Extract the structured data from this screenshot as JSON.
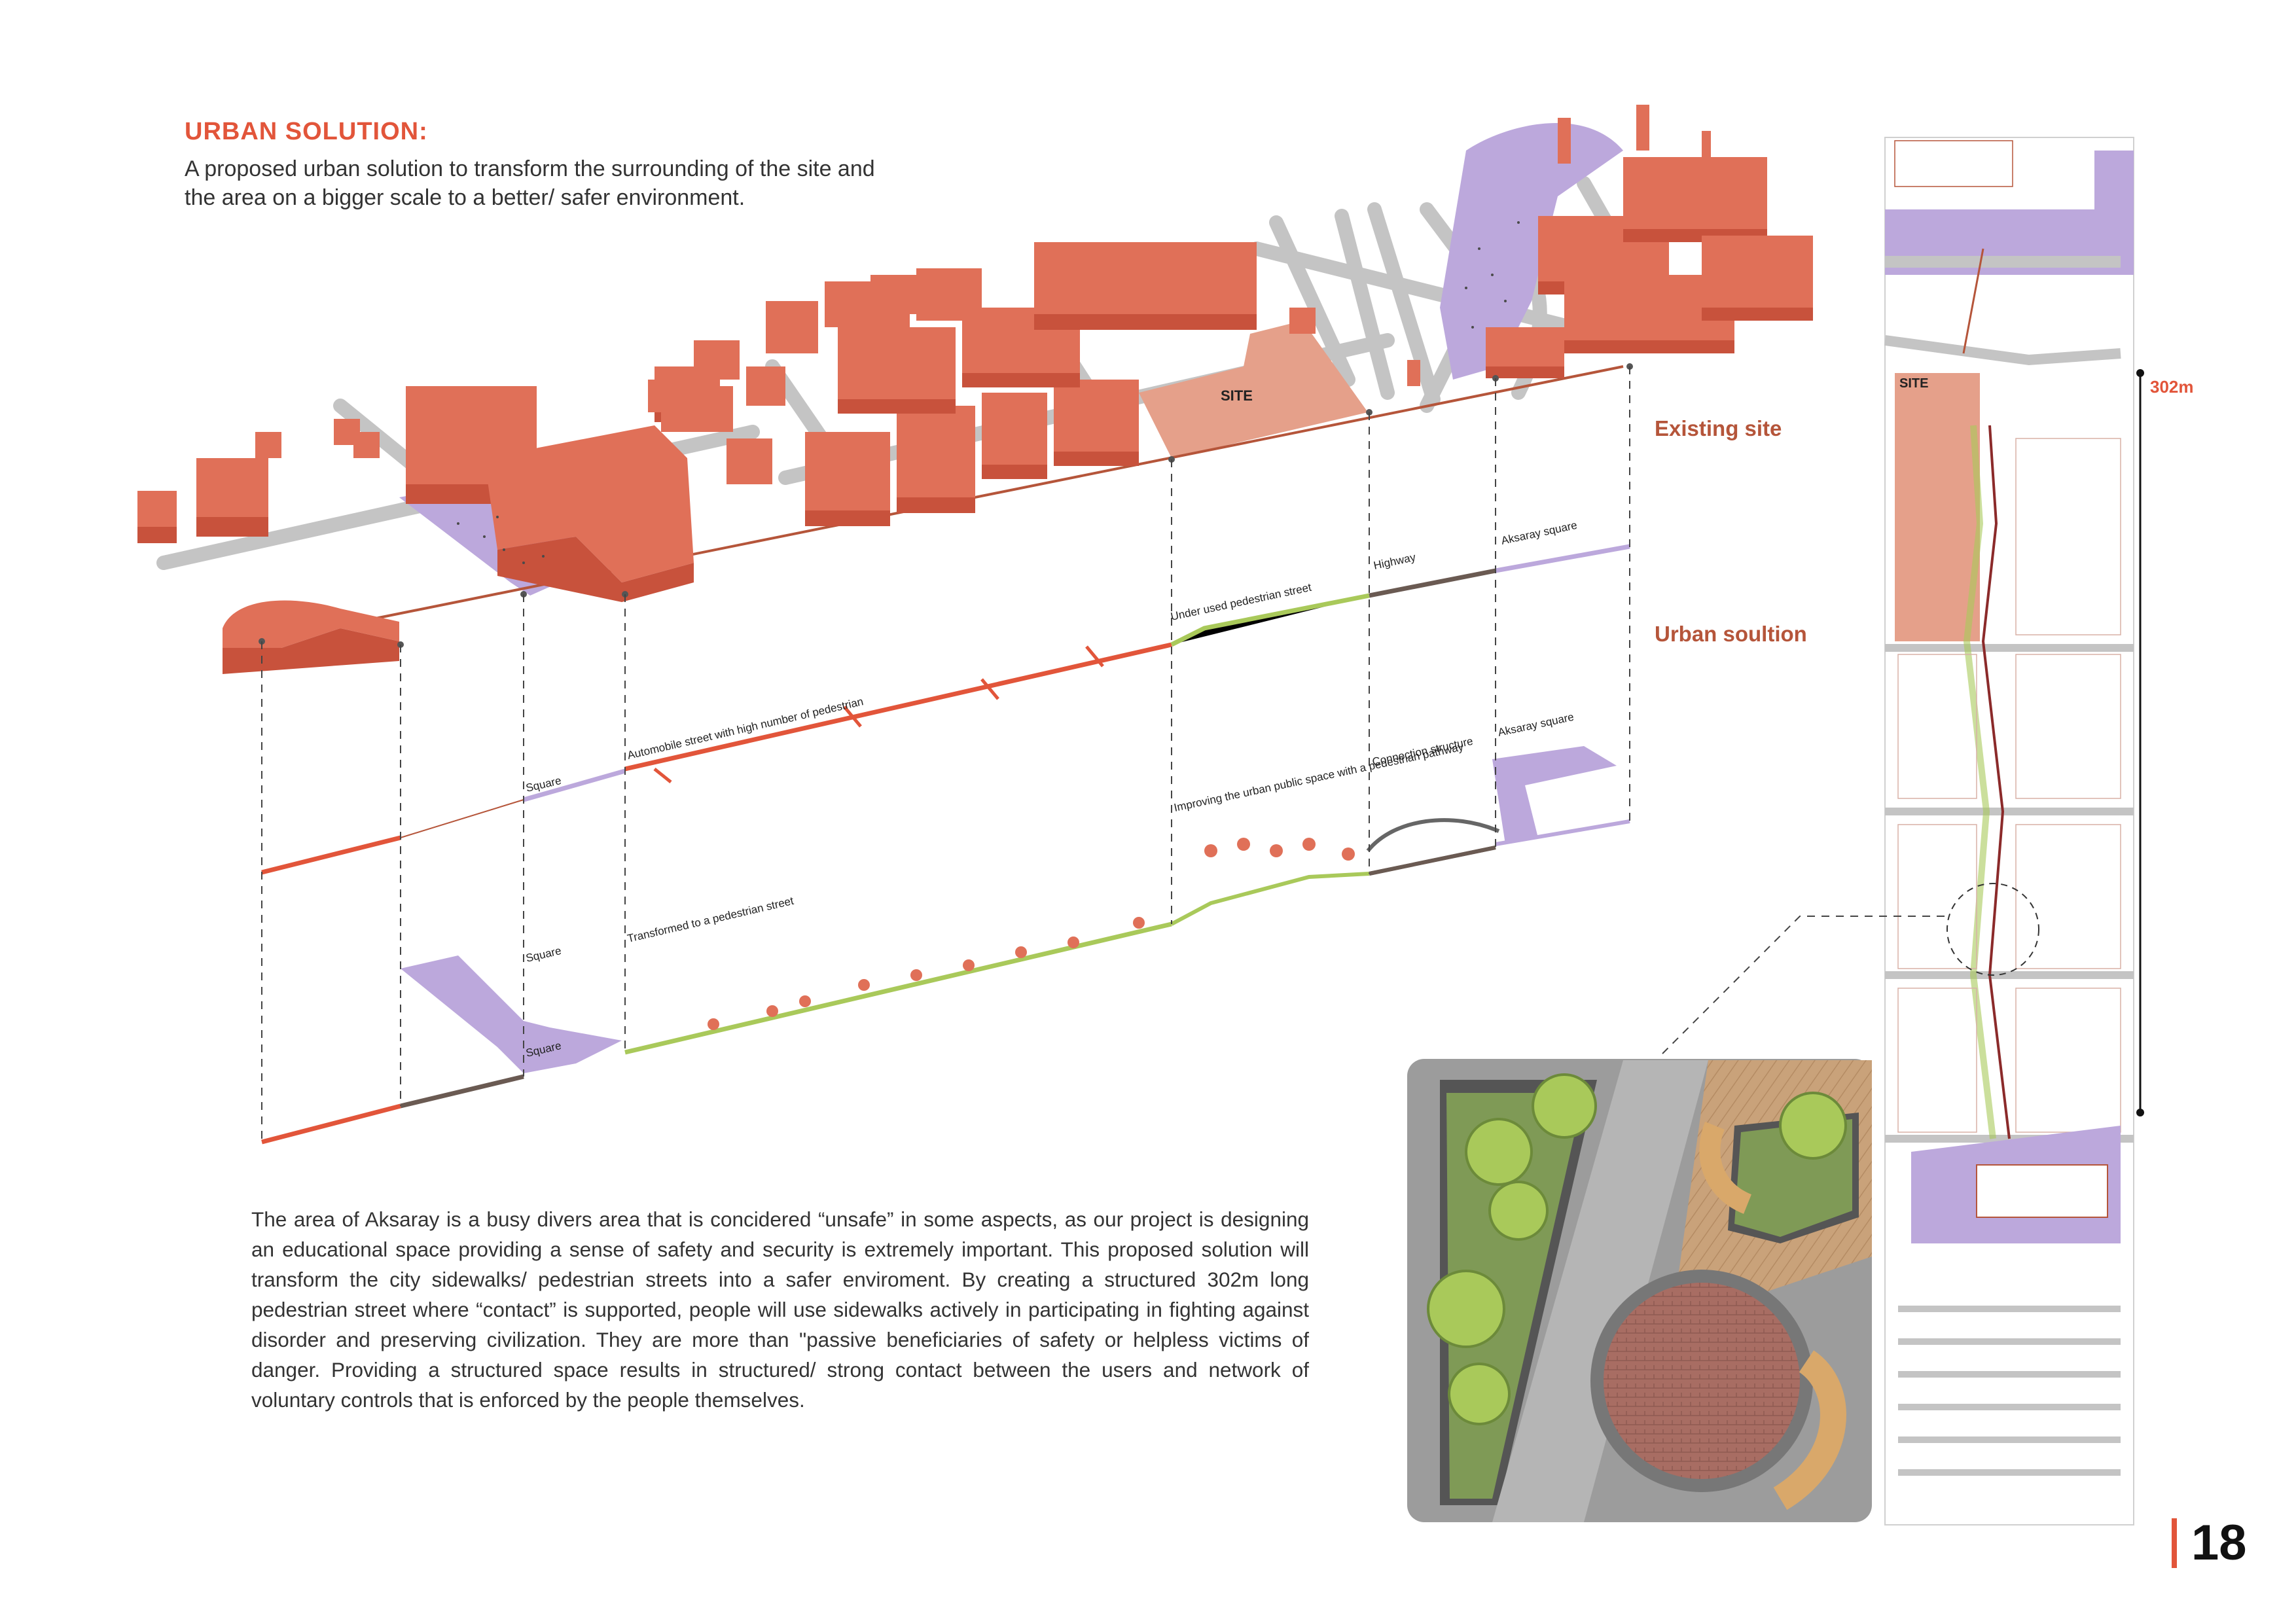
{
  "header": {
    "title": "URBAN SOLUTION:",
    "subtitle": "A proposed urban solution to transform the surrounding of the site and the area on a bigger scale to a better/ safer environment."
  },
  "layers": {
    "existing": "Existing site",
    "solution": "Urban soultion"
  },
  "labels": {
    "site": "SITE",
    "site_plan": "SITE",
    "distance": "302m",
    "under_used": "Under used pedestrian street",
    "highway": "Highway",
    "aksaray_top": "Aksaray square",
    "automobile": "Automobile street with high number of pedestrian",
    "square_mid": "Square",
    "connection": "Connection structure",
    "aksaray_mid": "Aksaray square",
    "improving": "Improving the urban public space with a pedestrian pathway",
    "transformed": "Transformed to a pedestrian street",
    "square_low": "Square",
    "square_low2": "Square"
  },
  "description": "The area of Aksaray is a busy divers area that is concidered “unsafe” in some aspects, as our project is designing an educational space providing a sense of safety and security is extremely important. This proposed solution will transform the city sidewalks/ pedestrian streets into a safer enviroment. By creating a structured 302m long pedestrian street where “contact” is supported, people will use sidewalks actively in participating in fighting against disorder and preserving civilization. They are more than \"passive beneficiaries of safety or helpless victims of danger. Providing a structured space results in structured/ strong contact between the users and network of voluntary controls that is enforced by the people themselves.",
  "page": {
    "number": "18"
  },
  "colors": {
    "accent": "#e2553a",
    "building_top": "#e07058",
    "building_side": "#c8523c",
    "site_fill": "#e5a08a",
    "square_fill": "#bca8dc",
    "green": "#a9c95a",
    "road": "#c9c9c9",
    "label_brown": "#b5553a"
  }
}
